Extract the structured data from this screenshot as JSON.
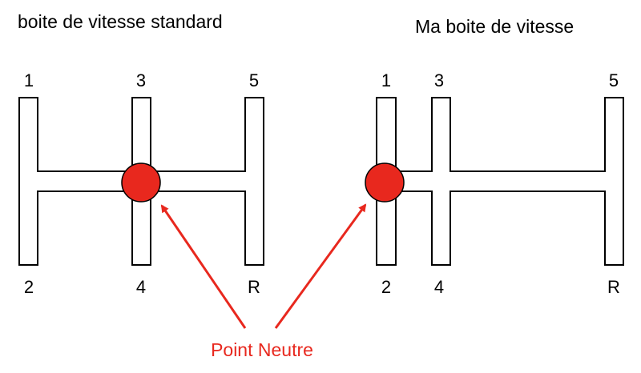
{
  "left": {
    "title": "boite de vitesse standard",
    "gears": {
      "g1": "1",
      "g2": "2",
      "g3": "3",
      "g4": "4",
      "g5": "5",
      "gR": "R"
    }
  },
  "right": {
    "title": "Ma boite de vitesse",
    "gears": {
      "g1": "1",
      "g2": "2",
      "g3": "3",
      "g4": "4",
      "g5": "5",
      "gR": "R"
    }
  },
  "annotation": {
    "label": "Point Neutre"
  },
  "colors": {
    "neutral_dot": "#e8281e",
    "arrow": "#e8281e",
    "label": "#e8281e",
    "outline": "#000000",
    "text": "#000000"
  }
}
